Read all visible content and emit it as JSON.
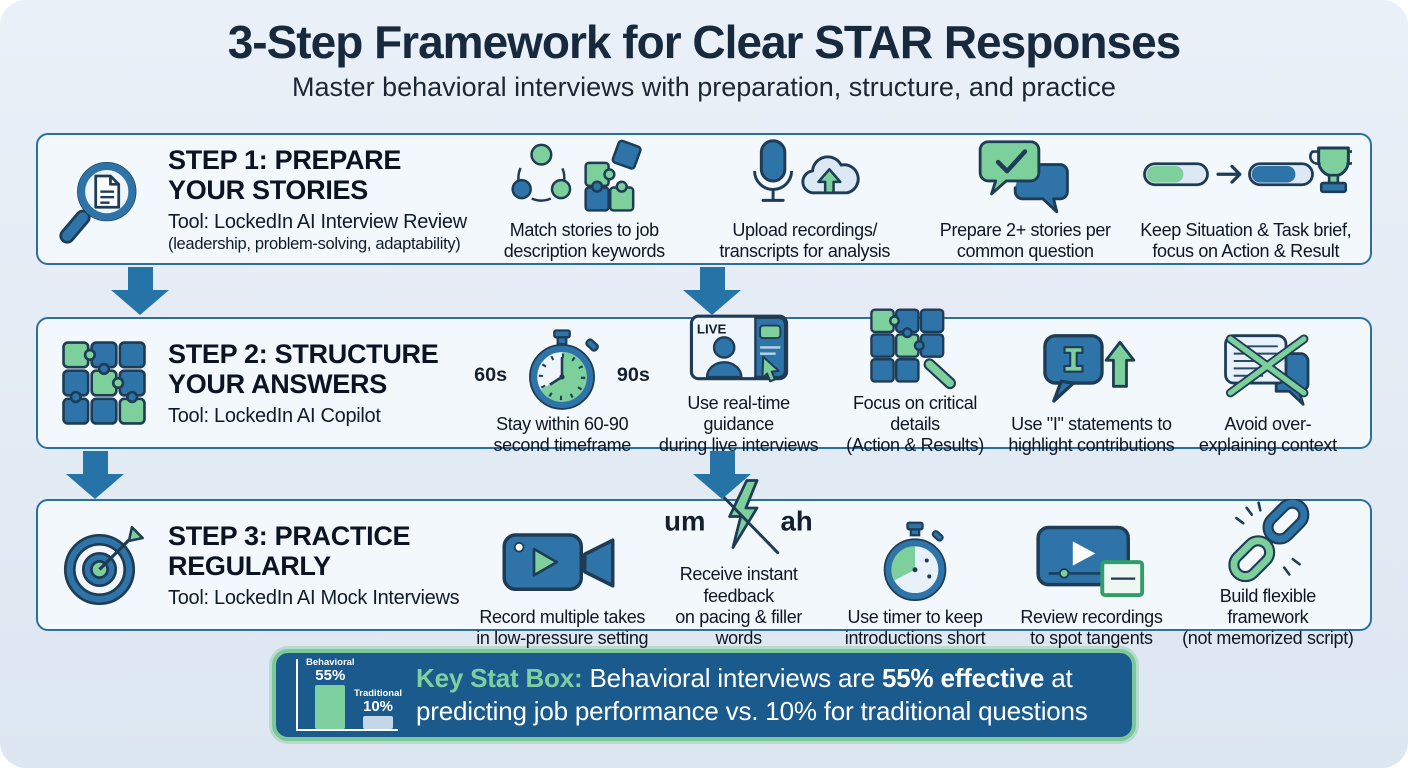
{
  "header": {
    "title": "3-Step Framework for Clear STAR Responses",
    "subtitle": "Master behavioral interviews with preparation, structure, and practice"
  },
  "steps": [
    {
      "title": "STEP 1: PREPARE YOUR STORIES",
      "tool": "Tool: LockedIn AI Interview Review",
      "note": "(leadership, problem-solving, adaptability)",
      "icon": "magnifier-document-icon",
      "items": [
        {
          "icon": "team-puzzle-icon",
          "label": "Match stories to job\ndescription keywords"
        },
        {
          "icon": "mic-cloud-upload-icon",
          "label": "Upload recordings/\ntranscripts for analysis"
        },
        {
          "icon": "chat-check-icon",
          "label": "Prepare 2+ stories per\ncommon question"
        },
        {
          "icon": "progress-trophy-icon",
          "label": "Keep Situation & Task brief,\nfocus on Action & Result"
        }
      ]
    },
    {
      "title": "STEP 2: STRUCTURE YOUR ANSWERS",
      "tool": "Tool: LockedIn AI Copilot",
      "note": "",
      "icon": "puzzle-grid-icon",
      "items": [
        {
          "icon": "stopwatch-60-90-icon",
          "label": "Stay within 60-90\nsecond timeframe",
          "annotations": [
            "60s",
            "90s"
          ]
        },
        {
          "icon": "live-guidance-icon",
          "label": "Use real-time guidance\nduring live interviews",
          "annotations": [
            "LIVE"
          ]
        },
        {
          "icon": "puzzle-magnifier-icon",
          "label": "Focus on critical details\n(Action & Results)"
        },
        {
          "icon": "i-statement-icon",
          "label": "Use \"I\" statements to\nhighlight contributions"
        },
        {
          "icon": "crossed-chat-icon",
          "label": "Avoid over-\nexplaining context"
        }
      ]
    },
    {
      "title": "STEP 3: PRACTICE REGULARLY",
      "tool": "Tool: LockedIn AI Mock Interviews",
      "note": "",
      "icon": "target-arrow-icon",
      "items": [
        {
          "icon": "video-camera-icon",
          "label": "Record multiple takes\nin low-pressure setting"
        },
        {
          "icon": "filler-words-icon",
          "label": "Receive instant feedback\non pacing & filler words",
          "annotations": [
            "um",
            "ah"
          ]
        },
        {
          "icon": "timer-icon",
          "label": "Use timer to keep\nintroductions short"
        },
        {
          "icon": "review-player-icon",
          "label": "Review recordings\nto spot tangents"
        },
        {
          "icon": "chain-link-icon",
          "label": "Build flexible framework\n(not memorized script)"
        }
      ]
    }
  ],
  "stat_box": {
    "label": "Key Stat Box:",
    "segments": {
      "pre": "Behavioral interviews are",
      "bold": "55% effective",
      "post": "at predicting job performance vs. 10% for traditional questions"
    },
    "chart_data": {
      "type": "bar",
      "categories": [
        "Behavioral",
        "Traditional"
      ],
      "values": [
        55,
        10
      ],
      "value_labels": [
        "55%",
        "10%"
      ],
      "bar_colors": [
        "#7ed09e",
        "#c3d7e8"
      ],
      "ylim": [
        0,
        60
      ]
    }
  },
  "colors": {
    "background": "#e3ebf4",
    "box_fill": "#f3f8fc",
    "box_border": "#2b6f9f",
    "arrow_blue": "#2673a8",
    "icon_blue": "#2e74a8",
    "icon_green": "#7dcf9b",
    "icon_outline": "#1e3c55",
    "title_navy": "#16293d",
    "stat_bg": "#1a5a8c",
    "stat_border": "#7bc99a",
    "stat_accent_green": "#7ed0a0"
  }
}
